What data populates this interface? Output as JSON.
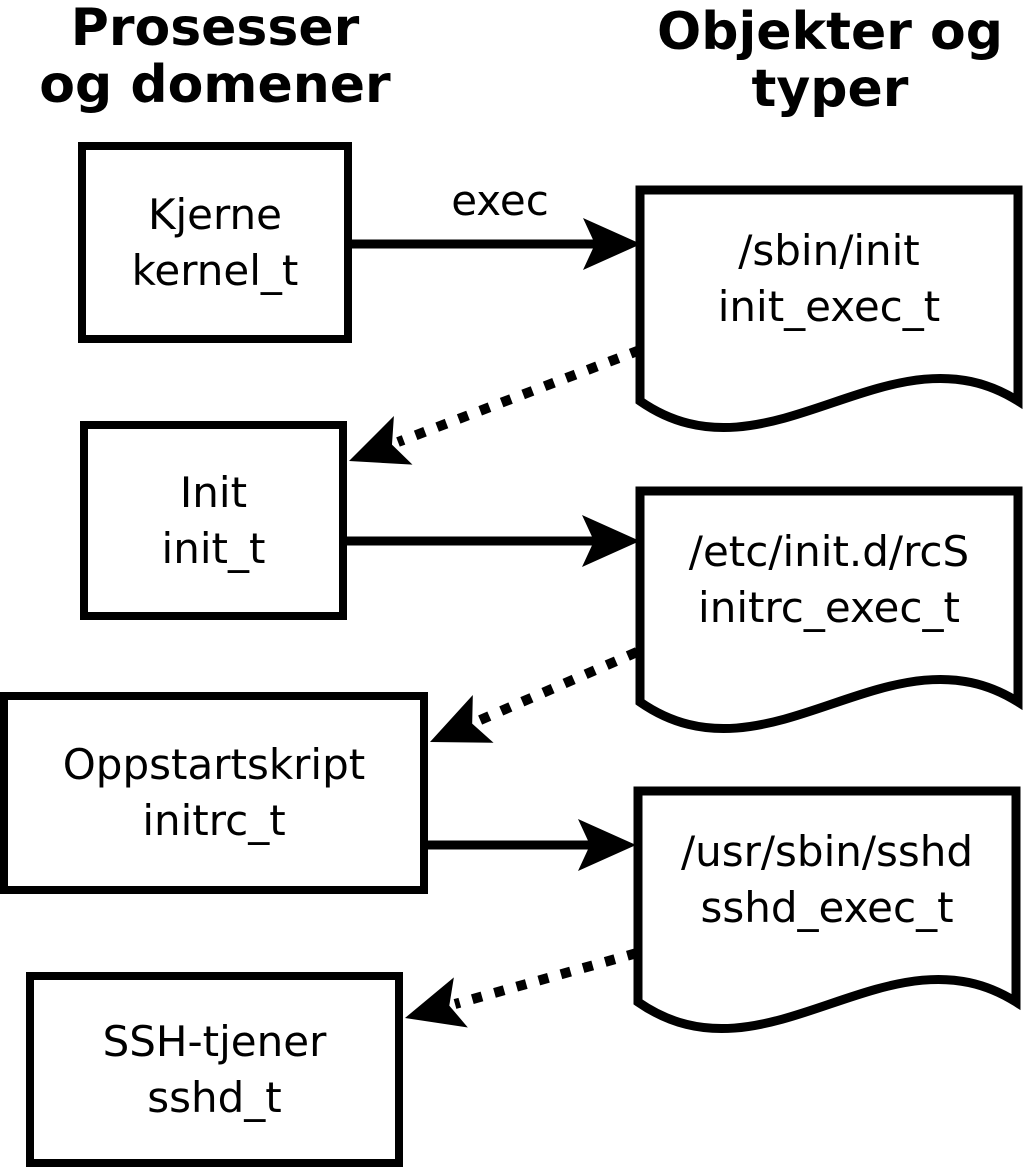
{
  "columns": {
    "processes": {
      "line1": "Prosesser",
      "line2": "og domener"
    },
    "objects": {
      "line1": "Objekter og",
      "line2": "typer"
    }
  },
  "processes": [
    {
      "label": "Kjerne",
      "type": "kernel_t"
    },
    {
      "label": "Init",
      "type": "init_t"
    },
    {
      "label": "Oppstartskript",
      "type": "initrc_t"
    },
    {
      "label": "SSH-tjener",
      "type": "sshd_t"
    }
  ],
  "objects": [
    {
      "path": "/sbin/init",
      "type": "init_exec_t"
    },
    {
      "path": "/etc/init.d/rcS",
      "type": "initrc_exec_t"
    },
    {
      "path": "/usr/sbin/sshd",
      "type": "sshd_exec_t"
    }
  ],
  "edges": {
    "exec_label": "exec"
  },
  "colors": {
    "ink": "#000000",
    "background": "#ffffff"
  }
}
